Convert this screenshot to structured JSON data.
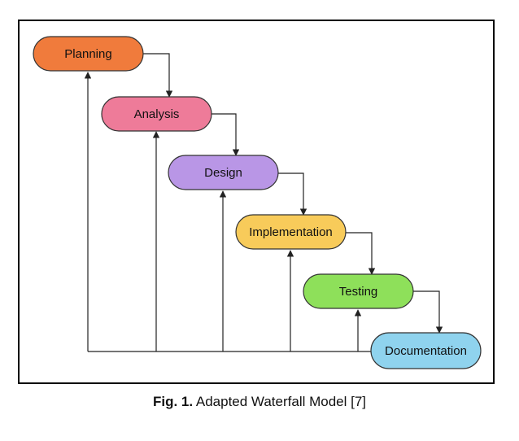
{
  "stages": [
    {
      "label": "Planning",
      "fill": "#f07b3c"
    },
    {
      "label": "Analysis",
      "fill": "#ee7b99"
    },
    {
      "label": "Design",
      "fill": "#b996e6"
    },
    {
      "label": "Implementation",
      "fill": "#f8cb5a"
    },
    {
      "label": "Testing",
      "fill": "#8ee05a"
    },
    {
      "label": "Documentation",
      "fill": "#8fd3ee"
    }
  ],
  "caption": {
    "number": "Fig. 1.",
    "text": " Adapted Waterfall Model [7]"
  }
}
